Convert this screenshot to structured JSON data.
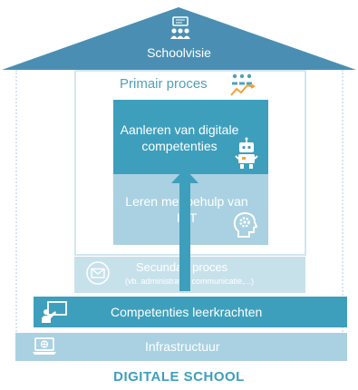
{
  "roof": {
    "label": "Schoolvisie",
    "icon": "people-presentation-icon"
  },
  "primary_process": {
    "label": "Primair proces",
    "icon": "growth-chart-icon"
  },
  "learning_digital": {
    "label": "Aanleren van digitale competenties",
    "icon": "robot-icon"
  },
  "learning_ict": {
    "label": "Leren met behulp van ICT",
    "icon": "head-gear-icon"
  },
  "secondary_process": {
    "label": "Secundair proces",
    "sublabel": "(vb. administratie, communicatie,...)",
    "icon": "mail-icon"
  },
  "teacher_competences": {
    "label": "Competenties leerkrachten",
    "icon": "teacher-board-icon"
  },
  "infrastructure": {
    "label": "Infrastructuur",
    "icon": "laptop-icon"
  },
  "footer": {
    "title": "DIGITALE SCHOOL"
  },
  "colors": {
    "dark_blue": "#3e9fbc",
    "medium_blue": "#a9d1e1",
    "light_blue": "#c7e1eb",
    "roof_blue": "#4a8fb3",
    "frame": "#d3e6ee"
  }
}
